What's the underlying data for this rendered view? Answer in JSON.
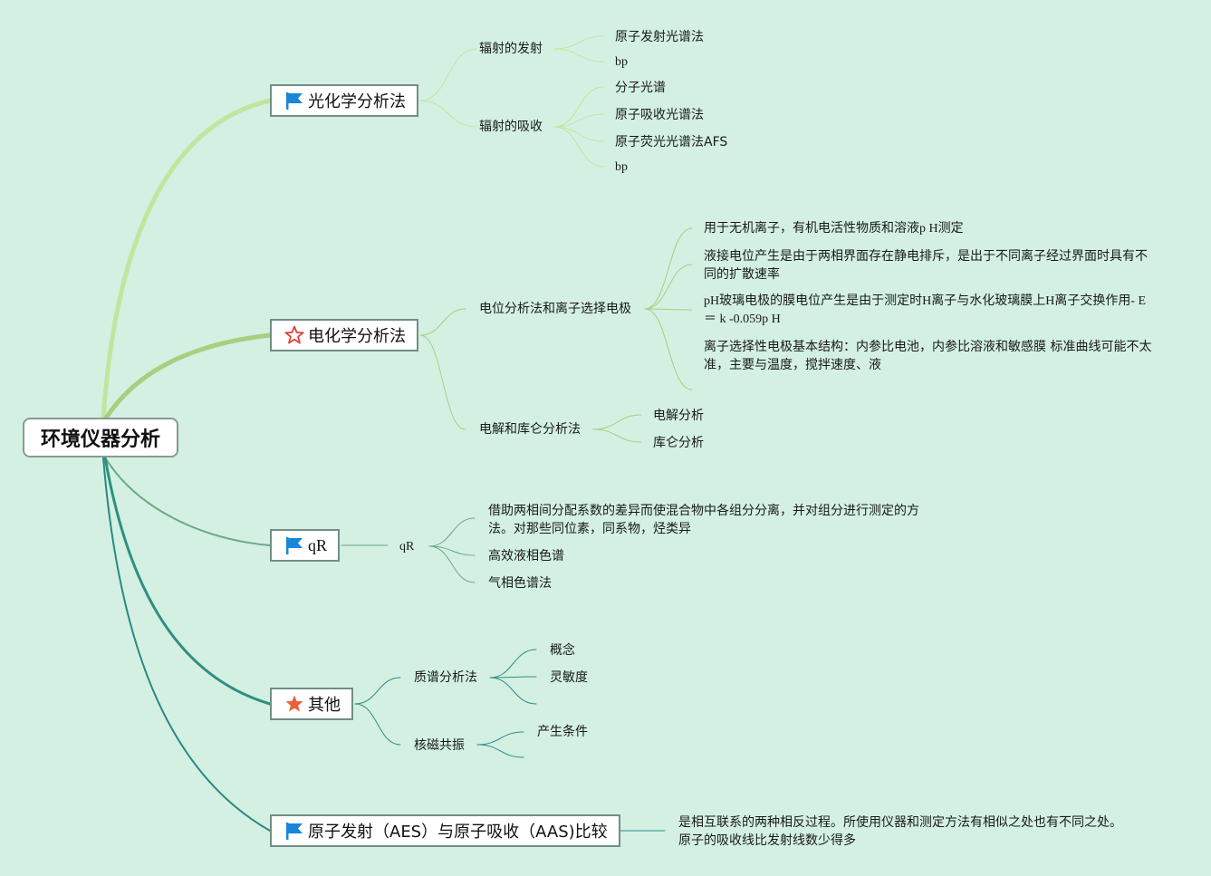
{
  "root": {
    "label": "环境仪器分析"
  },
  "colors": {
    "background": "#d3f0e3",
    "branch1": "#c2e59d",
    "branch2": "#a7cf7f",
    "branch3": "#6aaa84",
    "branch4": "#2f8f7f",
    "branch5": "#2a8a80",
    "flag": "#1a86d8",
    "star": "#e8603c"
  },
  "branches": {
    "b1": {
      "label": "光化学分析法",
      "icon": "flag-icon",
      "sub1": {
        "label": "辐射的发射",
        "items": [
          "原子发射光谱法",
          "bp"
        ]
      },
      "sub2": {
        "label": "辐射的吸收",
        "items": [
          "分子光谱",
          "原子吸收光谱法",
          "原子荧光光谱法AFS",
          "bp"
        ]
      }
    },
    "b2": {
      "label": "电化学分析法",
      "icon": "star-outline-icon",
      "sub1": {
        "label": "电位分析法和离子选择电极",
        "items": [
          "用于无机离子，有机电活性物质和溶液p H测定",
          "液接电位产生是由于两相界面存在静电排斥，是出于不同离子经过界面时具有不同的扩散速率",
          "pH玻璃电极的膜电位产生是由于测定时H离子与水化玻璃膜上H离子交换作用- E ＝ k -0.059p H",
          "离子选择性电极基本结构：内参比电池，内参比溶液和敏感膜 标准曲线可能不太准，主要与温度，搅拌速度、液"
        ]
      },
      "sub2": {
        "label": "电解和库仑分析法",
        "items": [
          "电解分析",
          "库仑分析"
        ]
      }
    },
    "b3": {
      "label": "qR",
      "icon": "flag-icon",
      "sub1": {
        "label": "qR",
        "items": [
          "借助两相间分配系数的差异而使混合物中各组分分离，并对组分进行测定的方法。对那些同位素，同系物，烃类异",
          "高效液相色谱",
          "气相色谱法"
        ]
      }
    },
    "b4": {
      "label": "其他",
      "icon": "star-filled-icon",
      "sub1": {
        "label": "质谱分析法",
        "items": [
          "概念",
          "灵敏度"
        ]
      },
      "sub2": {
        "label": "核磁共振",
        "items": [
          "产生条件"
        ]
      }
    },
    "b5": {
      "label": "原子发射（AES）与原子吸收（AAS)比较",
      "icon": "flag-icon",
      "note": "是相互联系的两种相反过程。所使用仪器和测定方法有相似之处也有不同之处。原子的吸收线比发射线数少得多"
    }
  }
}
